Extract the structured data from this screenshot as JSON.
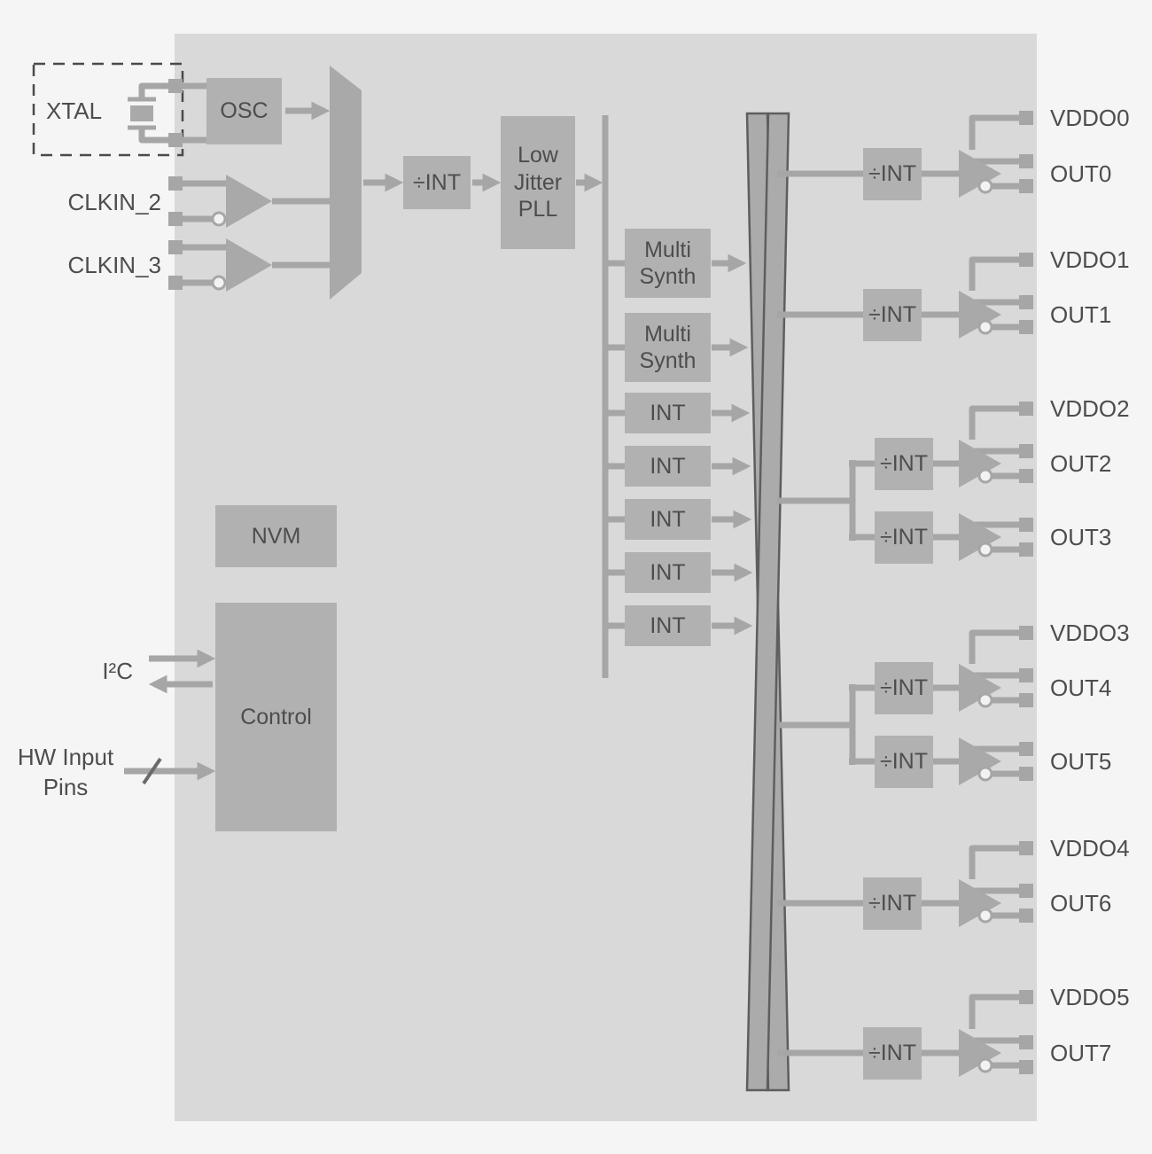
{
  "diagram": {
    "xtal_label": "XTAL",
    "osc_label": "OSC",
    "clkin2_label": "CLKIN_2",
    "clkin3_label": "CLKIN_3",
    "input_divider_label": "÷INT",
    "pll_label_line1": "Low",
    "pll_label_line2": "Jitter",
    "pll_label_line3": "PLL",
    "nvm_label": "NVM",
    "control_label": "Control",
    "i2c_label": "I²C",
    "hw_input_label_line1": "HW Input",
    "hw_input_label_line2": "Pins",
    "synth_blocks": [
      {
        "label_line1": "Multi",
        "label_line2": "Synth"
      },
      {
        "label_line1": "Multi",
        "label_line2": "Synth"
      },
      {
        "label": "INT"
      },
      {
        "label": "INT"
      },
      {
        "label": "INT"
      },
      {
        "label": "INT"
      },
      {
        "label": "INT"
      }
    ],
    "output_groups": [
      {
        "vddo_label": "VDDO0",
        "channels": [
          {
            "divider_label": "÷INT",
            "out_label": "OUT0"
          }
        ]
      },
      {
        "vddo_label": "VDDO1",
        "channels": [
          {
            "divider_label": "÷INT",
            "out_label": "OUT1"
          }
        ]
      },
      {
        "vddo_label": "VDDO2",
        "channels": [
          {
            "divider_label": "÷INT",
            "out_label": "OUT2"
          },
          {
            "divider_label": "÷INT",
            "out_label": "OUT3"
          }
        ]
      },
      {
        "vddo_label": "VDDO3",
        "channels": [
          {
            "divider_label": "÷INT",
            "out_label": "OUT4"
          },
          {
            "divider_label": "÷INT",
            "out_label": "OUT5"
          }
        ]
      },
      {
        "vddo_label": "VDDO4",
        "channels": [
          {
            "divider_label": "÷INT",
            "out_label": "OUT6"
          }
        ]
      },
      {
        "vddo_label": "VDDO5",
        "channels": [
          {
            "divider_label": "÷INT",
            "out_label": "OUT7"
          }
        ]
      }
    ],
    "colors": {
      "background": "#f5f5f5",
      "chip_body": "#d9d9d9",
      "block_fill": "#b1b1b1",
      "shape_fill": "#a9a9a9",
      "wire": "#a6a6a6",
      "crossbar_fill": "#ababab",
      "crossbar_outline": "#5e5e5e",
      "text": "#4d4d4d"
    }
  }
}
